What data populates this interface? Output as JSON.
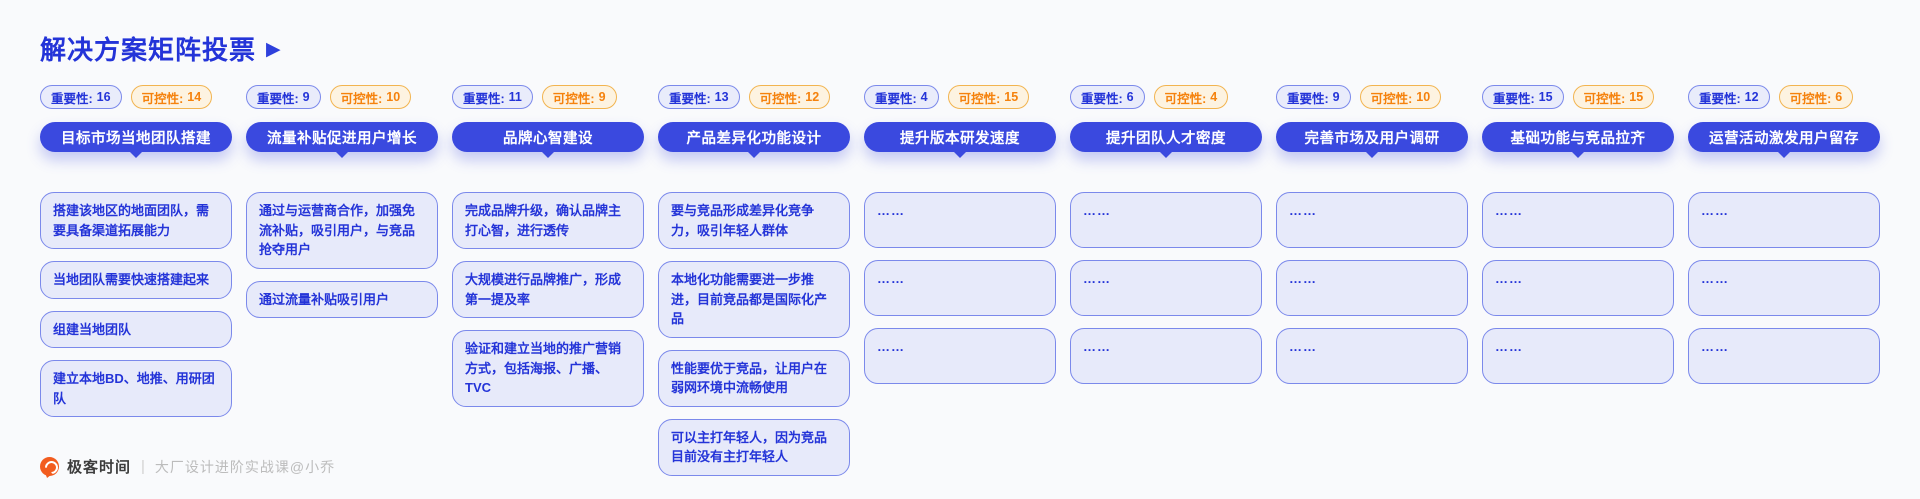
{
  "title": "解决方案矩阵投票",
  "title_arrow": "▶",
  "labels": {
    "importance": "重要性:",
    "controllability": "可控性:"
  },
  "colors": {
    "primary_blue": "#2434d8",
    "header_pill_blue": "#3a49df",
    "card_fill": "#e7eafa",
    "card_border": "#7b89eb",
    "importance_badge_fill": "#e9ecfb",
    "controllability_badge_fill": "#fdf3e1",
    "controllability_orange": "#f5820d",
    "logo_orange": "#f25c1f",
    "background": "#f9fafc"
  },
  "columns": [
    {
      "importance": "16",
      "controllability": "14",
      "header": "目标市场当地团队搭建",
      "cards": [
        "搭建该地区的地面团队，需要具备渠道拓展能力",
        "当地团队需要快速搭建起来",
        "组建当地团队",
        "建立本地BD、地推、用研团队"
      ]
    },
    {
      "importance": "9",
      "controllability": "10",
      "header": "流量补贴促进用户增长",
      "cards": [
        "通过与运营商合作，加强免流补贴，吸引用户，与竞品抢夺用户",
        "通过流量补贴吸引用户"
      ]
    },
    {
      "importance": "11",
      "controllability": "9",
      "header": "品牌心智建设",
      "cards": [
        "完成品牌升级，确认品牌主打心智，进行透传",
        "大规模进行品牌推广，形成第一提及率",
        "验证和建立当地的推广营销方式，包括海报、广播、TVC"
      ]
    },
    {
      "importance": "13",
      "controllability": "12",
      "header": "产品差异化功能设计",
      "cards": [
        "要与竞品形成差异化竞争力，吸引年轻人群体",
        "本地化功能需要进一步推进，目前竞品都是国际化产品",
        "性能要优于竞品，让用户在弱网环境中流畅使用",
        "可以主打年轻人，因为竞品目前没有主打年轻人"
      ]
    },
    {
      "importance": "4",
      "controllability": "15",
      "header": "提升版本研发速度",
      "cards": [
        "……",
        "……",
        "……"
      ]
    },
    {
      "importance": "6",
      "controllability": "4",
      "header": "提升团队人才密度",
      "cards": [
        "……",
        "……",
        "……"
      ]
    },
    {
      "importance": "9",
      "controllability": "10",
      "header": "完善市场及用户调研",
      "cards": [
        "……",
        "……",
        "……"
      ]
    },
    {
      "importance": "15",
      "controllability": "15",
      "header": "基础功能与竞品拉齐",
      "cards": [
        "……",
        "……",
        "……"
      ]
    },
    {
      "importance": "12",
      "controllability": "6",
      "header": "运营活动激发用户留存",
      "cards": [
        "……",
        "……",
        "……"
      ]
    }
  ],
  "footer": {
    "brand": "极客时间",
    "divider": "|",
    "course": "大厂设计进阶实战课@小乔"
  }
}
